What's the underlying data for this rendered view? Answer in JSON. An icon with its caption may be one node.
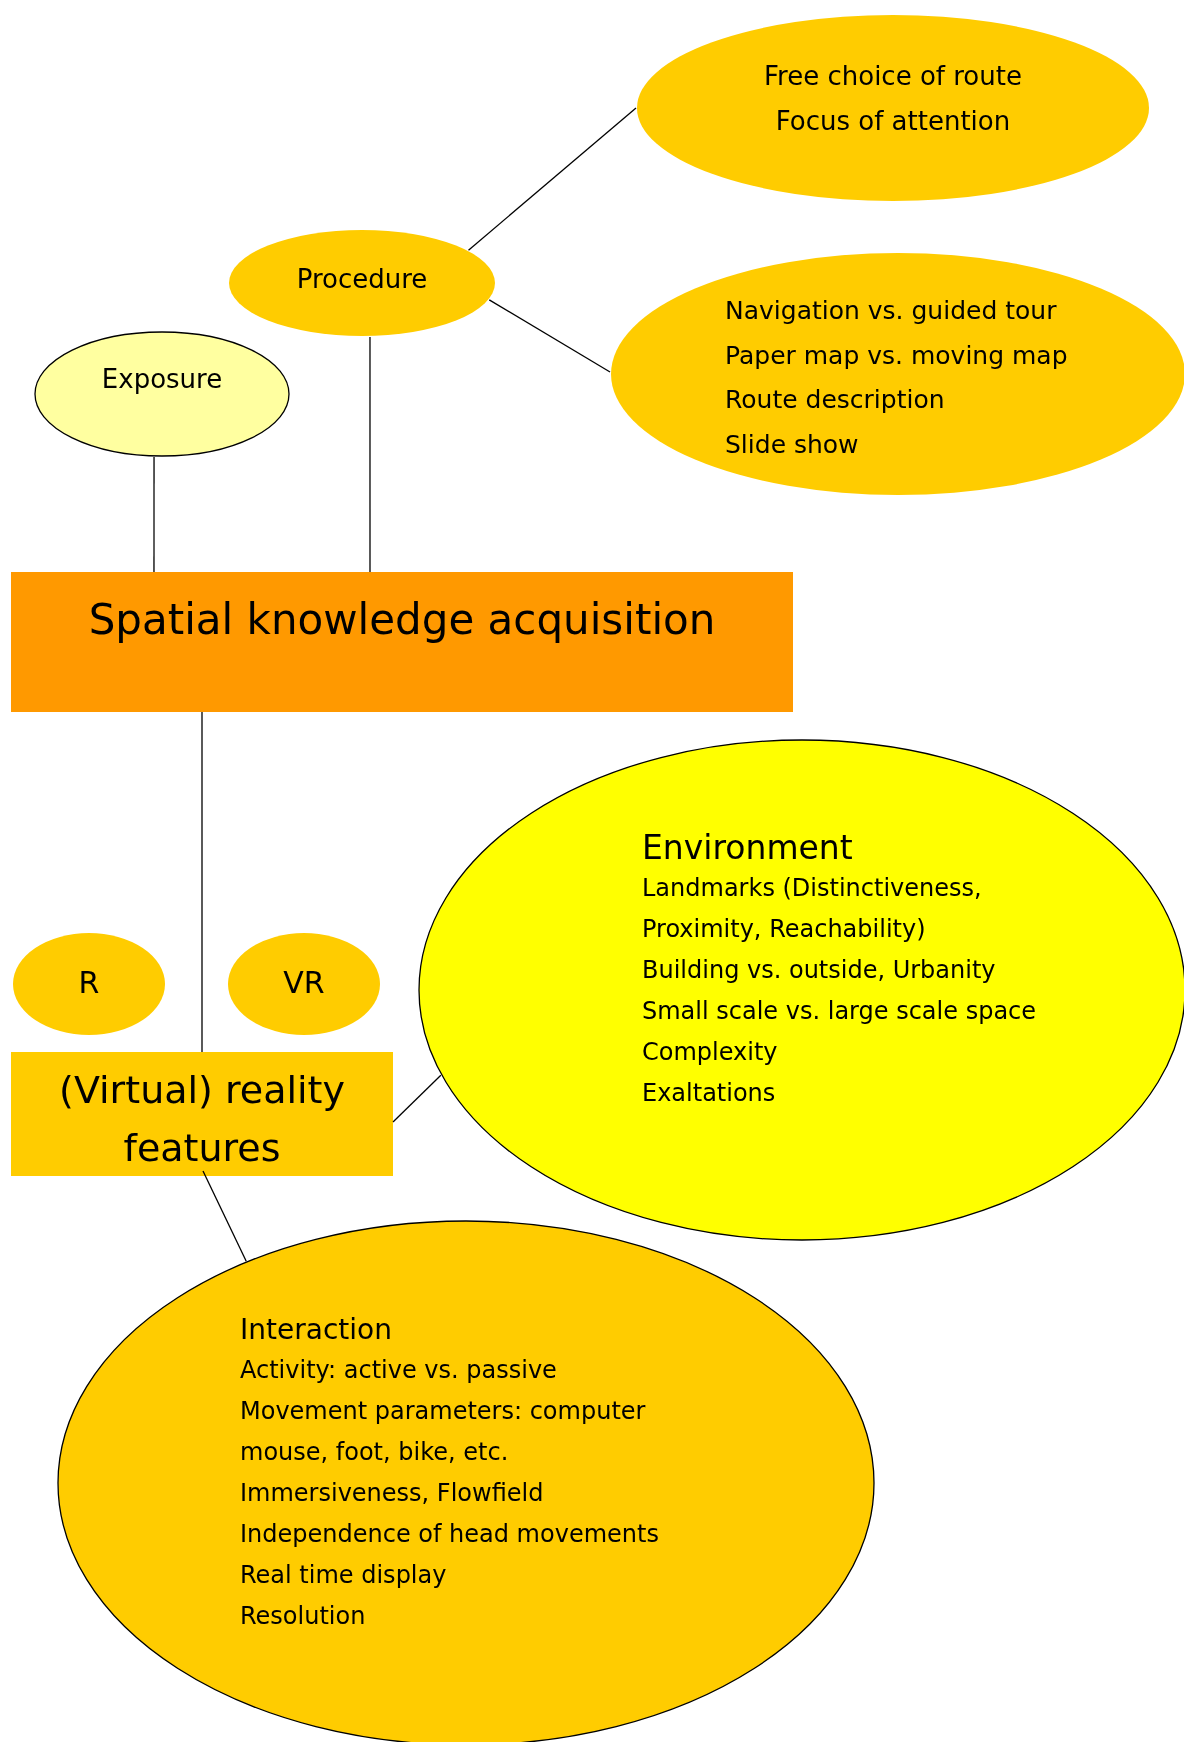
{
  "diagram": {
    "nodes": [
      {
        "text": [
          "Free choice of route",
          "Focus of attention"
        ]
      },
      {
        "text": [
          "Procedure"
        ]
      },
      {
        "text": [
          "Navigation vs. guided tour",
          "Paper map vs. moving map",
          "Route description",
          "Slide show"
        ]
      },
      {
        "text": [
          "Exposure"
        ]
      },
      {
        "text": [
          "Spatial knowledge acquisition"
        ]
      },
      {
        "text": [
          "R"
        ]
      },
      {
        "text": [
          "VR"
        ]
      },
      {
        "text": [
          "(Virtual) reality features"
        ]
      },
      {
        "text": [
          "Environment",
          "Landmarks (Distinctiveness, Proximity, Reachability)",
          "Building vs. outside, Urbanity",
          "Small scale vs. large scale space",
          "Complexity",
          "Exaltations"
        ]
      },
      {
        "text": [
          "Interaction",
          "Activity: active vs. passive",
          "Movement parameters: computer mouse, foot, bike, etc.",
          "Immersiveness, Flowfield",
          "Independence of head movements",
          "Real time display",
          "Resolution"
        ]
      }
    ],
    "edges": [
      {
        "from": 1,
        "to": 0,
        "arrow": "none"
      },
      {
        "from": 1,
        "to": 2,
        "arrow": "none"
      },
      {
        "from": 3,
        "to": 4,
        "arrow": "none"
      },
      {
        "from": 1,
        "to": 4,
        "arrow": "none"
      },
      {
        "from": 4,
        "to": 7,
        "arrow": "none"
      },
      {
        "from": 7,
        "to": 8,
        "arrow": "none"
      },
      {
        "from": 7,
        "to": 9,
        "arrow": "none"
      }
    ]
  }
}
